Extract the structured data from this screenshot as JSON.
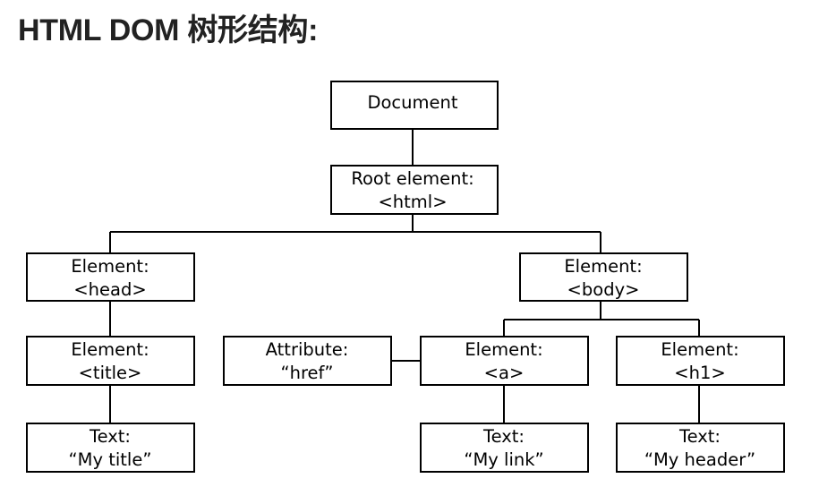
{
  "header": {
    "title": "HTML DOM 树形结构:"
  },
  "diagram": {
    "nodes": {
      "document": {
        "line1": "Document",
        "line2": ""
      },
      "root": {
        "line1": "Root element:",
        "line2": "<html>"
      },
      "head": {
        "line1": "Element:",
        "line2": "<head>"
      },
      "body": {
        "line1": "Element:",
        "line2": "<body>"
      },
      "title": {
        "line1": "Element:",
        "line2": "<title>"
      },
      "attribute": {
        "line1": "Attribute:",
        "line2": "“href”"
      },
      "a": {
        "line1": "Element:",
        "line2": "<a>"
      },
      "h1": {
        "line1": "Element:",
        "line2": "<h1>"
      },
      "text_title": {
        "line1": "Text:",
        "line2": "“My title”"
      },
      "text_link": {
        "line1": "Text:",
        "line2": "“My link”"
      },
      "text_header": {
        "line1": "Text:",
        "line2": "“My header”"
      }
    }
  }
}
